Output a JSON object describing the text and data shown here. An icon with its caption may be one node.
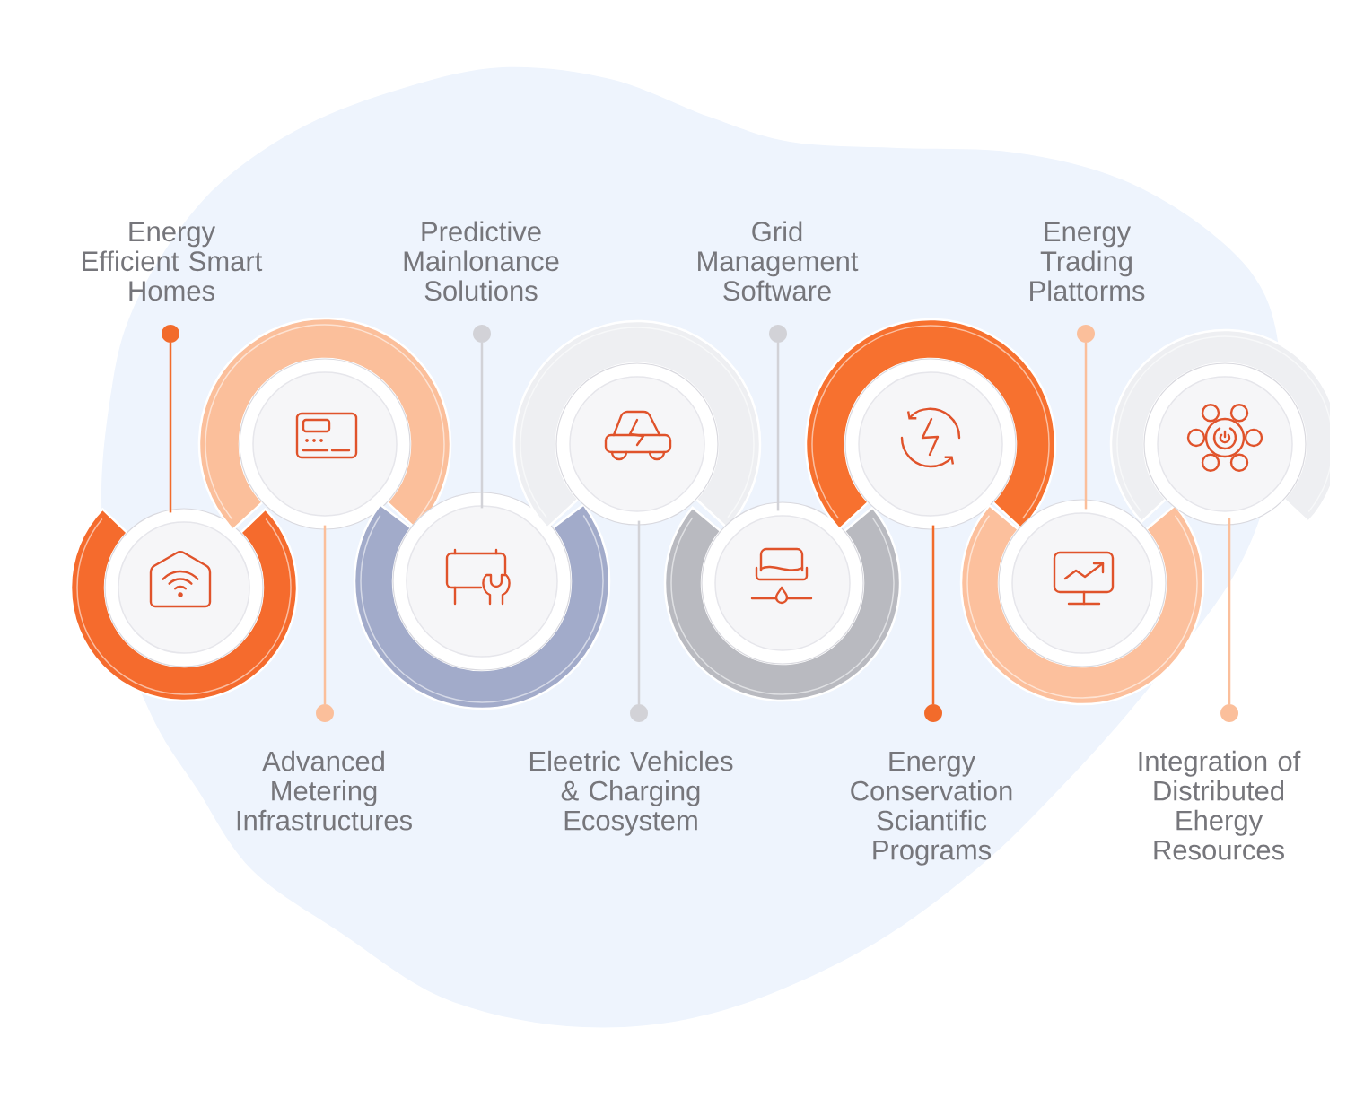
{
  "diagram": {
    "nodes": [
      {
        "text": [
          "Energy Efficient Smart Homes"
        ]
      },
      {
        "text": [
          "Advanced Metering Infrastructures"
        ]
      },
      {
        "text": [
          "Predictive Mainlonance Solutions"
        ]
      },
      {
        "text": [
          "Eleetric Vehicles & Charging Ecosystem"
        ]
      },
      {
        "text": [
          "Grid Management Software"
        ]
      },
      {
        "text": [
          "Energy Conservation Sciantific Programs"
        ]
      },
      {
        "text": [
          "Energy Trading Plattorms"
        ]
      },
      {
        "text": [
          "Integration of Distributed Ehergy Resources"
        ]
      },
      {
        "text": [],
        "shape": "circle"
      },
      {
        "text": [],
        "shape": "circle"
      },
      {
        "text": [],
        "shape": "circle"
      },
      {
        "text": [],
        "shape": "circle"
      },
      {
        "text": [],
        "shape": "circle"
      },
      {
        "text": [],
        "shape": "circle"
      },
      {
        "text": [],
        "shape": "circle"
      },
      {
        "text": [],
        "shape": "circle"
      }
    ],
    "edges": [
      {
        "from": 0,
        "to": 8,
        "arrow": "other",
        "color": "#f26b2b"
      },
      {
        "from": 1,
        "to": 9,
        "arrow": "other",
        "color": "#fbbf9b"
      },
      {
        "from": 2,
        "to": 10,
        "arrow": "other"
      },
      {
        "from": 3,
        "to": 11,
        "arrow": "other"
      },
      {
        "from": 4,
        "to": 12,
        "arrow": "other"
      },
      {
        "from": 5,
        "to": 13,
        "arrow": "other",
        "color": "#f26b2b"
      },
      {
        "from": 6,
        "to": 14,
        "arrow": "other",
        "color": "#fbbf9b"
      },
      {
        "from": 7,
        "to": 15,
        "arrow": "other",
        "color": "#fbbf9b"
      }
    ]
  }
}
